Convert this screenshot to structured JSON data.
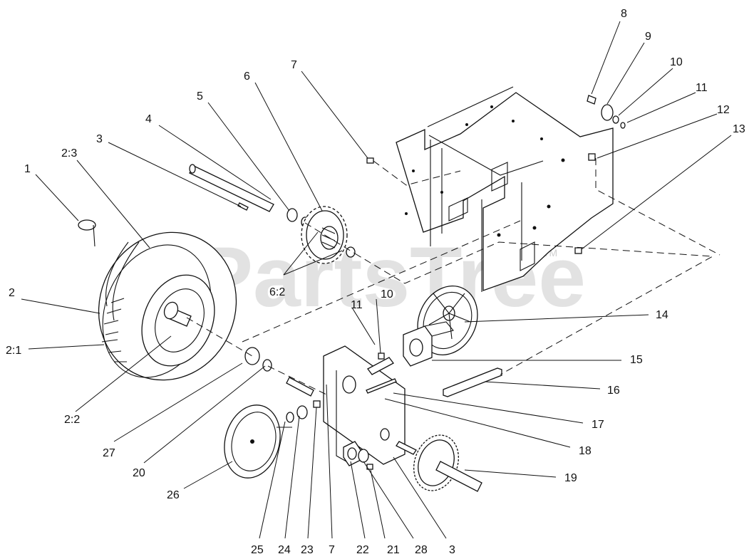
{
  "watermark": {
    "text": "PartsTree",
    "trademark": "TM"
  },
  "callouts": [
    {
      "id": "1",
      "text": "1"
    },
    {
      "id": "2-3",
      "text": "2:3"
    },
    {
      "id": "3-top",
      "text": "3"
    },
    {
      "id": "4",
      "text": "4"
    },
    {
      "id": "5",
      "text": "5"
    },
    {
      "id": "6",
      "text": "6"
    },
    {
      "id": "7-top",
      "text": "7"
    },
    {
      "id": "8",
      "text": "8"
    },
    {
      "id": "9",
      "text": "9"
    },
    {
      "id": "10-top",
      "text": "10"
    },
    {
      "id": "11-top",
      "text": "11"
    },
    {
      "id": "12",
      "text": "12"
    },
    {
      "id": "13",
      "text": "13"
    },
    {
      "id": "2",
      "text": "2"
    },
    {
      "id": "2-1",
      "text": "2:1"
    },
    {
      "id": "2-2",
      "text": "2:2"
    },
    {
      "id": "6-2",
      "text": "6:2"
    },
    {
      "id": "10-mid",
      "text": "10"
    },
    {
      "id": "11-mid",
      "text": "11"
    },
    {
      "id": "14",
      "text": "14"
    },
    {
      "id": "15",
      "text": "15"
    },
    {
      "id": "16",
      "text": "16"
    },
    {
      "id": "17",
      "text": "17"
    },
    {
      "id": "18",
      "text": "18"
    },
    {
      "id": "19",
      "text": "19"
    },
    {
      "id": "27",
      "text": "27"
    },
    {
      "id": "20",
      "text": "20"
    },
    {
      "id": "26",
      "text": "26"
    },
    {
      "id": "25",
      "text": "25"
    },
    {
      "id": "24",
      "text": "24"
    },
    {
      "id": "23",
      "text": "23"
    },
    {
      "id": "7-bottom",
      "text": "7"
    },
    {
      "id": "22",
      "text": "22"
    },
    {
      "id": "21",
      "text": "21"
    },
    {
      "id": "28",
      "text": "28"
    },
    {
      "id": "3-bottom",
      "text": "3"
    }
  ]
}
